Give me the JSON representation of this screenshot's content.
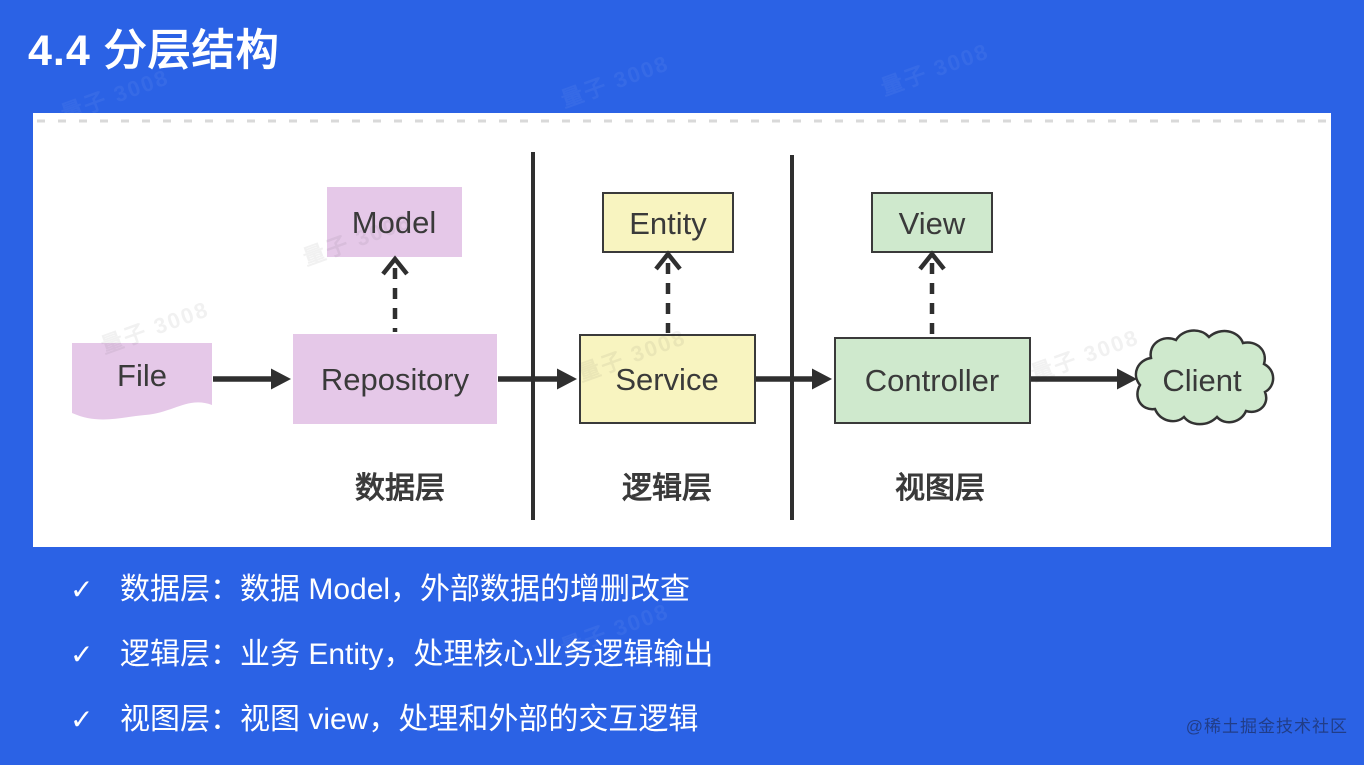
{
  "slide": {
    "title": "4.4 分层结构",
    "bullets": [
      {
        "marker": "✓",
        "text": "数据层：数据 Model，外部数据的增删改查"
      },
      {
        "marker": "✓",
        "text": "逻辑层：业务 Entity，处理核心业务逻辑输出"
      },
      {
        "marker": "✓",
        "text": "视图层：视图 view，处理和外部的交互逻辑"
      }
    ],
    "watermark_site": "@稀土掘金技术社区",
    "watermark_user": "量子 3008"
  },
  "diagram": {
    "nodes": {
      "file": "File",
      "model": "Model",
      "repository": "Repository",
      "entity": "Entity",
      "service": "Service",
      "view": "View",
      "controller": "Controller",
      "client": "Client"
    },
    "layer_labels": [
      "数据层",
      "逻辑层",
      "视图层"
    ],
    "flow": "File → Repository → Service → Controller → Client",
    "dashed_links": [
      "Repository → Model",
      "Service → Entity",
      "Controller → View"
    ]
  },
  "colors": {
    "background": "#2b62e5",
    "panel": "#ffffff",
    "data_layer_fill": "#e5c8e8",
    "logic_layer_fill": "#f8f4c0",
    "view_layer_fill": "#cfe9cd",
    "stroke": "#333333",
    "title_text": "#ffffff",
    "node_text": "#3a3a3a"
  }
}
